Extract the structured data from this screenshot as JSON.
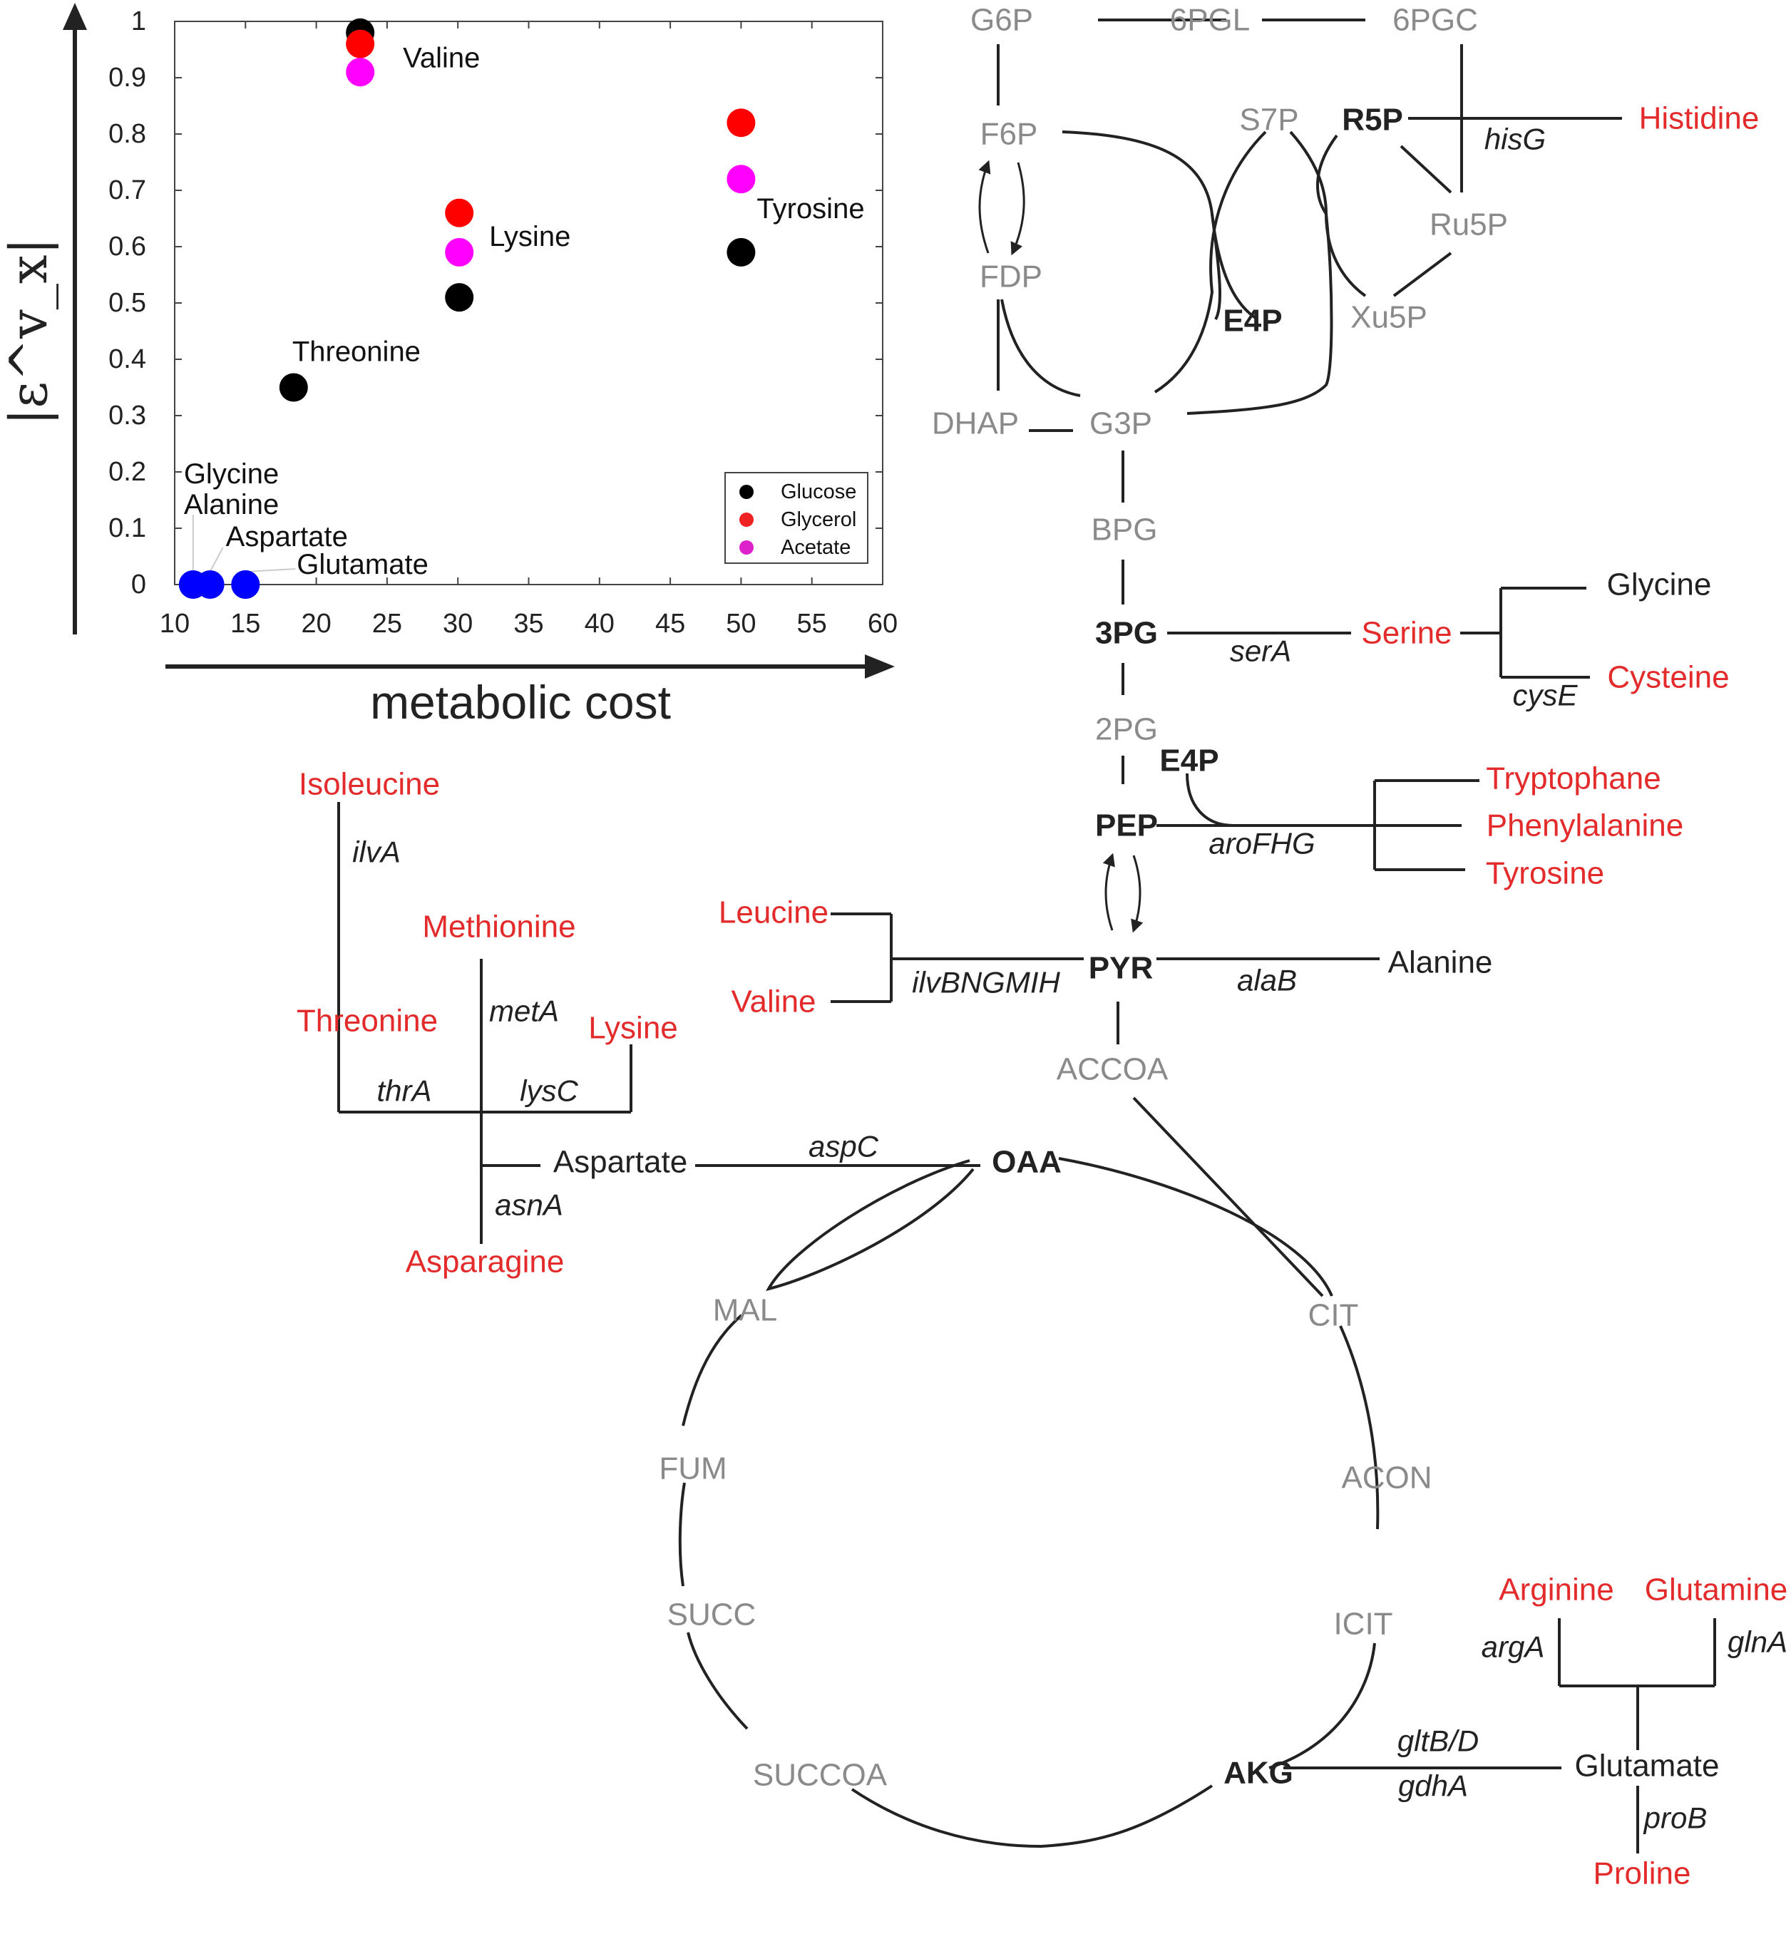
{
  "colors": {
    "gray": "#8a8a8a",
    "red": "#e32b2b",
    "black": "#222222",
    "glucose": "#000000",
    "glycerol": "#ff0000",
    "acetate": "#ff00ff",
    "unlabeled_point": "#0000ff"
  },
  "chart_data": {
    "type": "scatter",
    "xlabel": "metabolic cost",
    "ylabel": "|ε^v_x|",
    "xlim": [
      10,
      60
    ],
    "ylim": [
      0,
      1
    ],
    "x_ticks": [
      "10",
      "15",
      "20",
      "25",
      "30",
      "35",
      "40",
      "45",
      "50",
      "55",
      "60"
    ],
    "y_ticks": [
      "0",
      "0.1",
      "0.2",
      "0.3",
      "0.4",
      "0.5",
      "0.6",
      "0.7",
      "0.8",
      "0.9",
      "1"
    ],
    "legend": {
      "position": "bottom-right",
      "entries": [
        "Glucose",
        "Glycerol",
        "Acetate"
      ]
    },
    "series": [
      {
        "name": "Glucose",
        "points": [
          {
            "label": "Valine",
            "x": 23.1,
            "y": 0.98
          },
          {
            "label": "Lysine",
            "x": 30.1,
            "y": 0.51
          },
          {
            "label": "Tyrosine",
            "x": 50.0,
            "y": 0.59
          },
          {
            "label": "Threonine",
            "x": 18.4,
            "y": 0.35
          }
        ]
      },
      {
        "name": "Glycerol",
        "points": [
          {
            "label": "Valine",
            "x": 23.1,
            "y": 0.96
          },
          {
            "label": "Lysine",
            "x": 30.1,
            "y": 0.66
          },
          {
            "label": "Tyrosine",
            "x": 50.0,
            "y": 0.82
          }
        ]
      },
      {
        "name": "Acetate",
        "points": [
          {
            "label": "Valine",
            "x": 23.1,
            "y": 0.91
          },
          {
            "label": "Lysine",
            "x": 30.1,
            "y": 0.59
          },
          {
            "label": "Tyrosine",
            "x": 50.0,
            "y": 0.72
          }
        ]
      },
      {
        "name": "",
        "points": [
          {
            "label": "Glycine",
            "x": 11.3,
            "y": 0.0
          },
          {
            "label": "Alanine",
            "x": 12.5,
            "y": 0.0
          },
          {
            "label": "Aspartate",
            "x": 15.0,
            "y": 0.0
          },
          {
            "label": "Glutamate",
            "x": 15.0,
            "y": 0.0
          }
        ]
      }
    ],
    "point_labels": [
      "Valine",
      "Lysine",
      "Tyrosine",
      "Threonine",
      "Glycine",
      "Alanine",
      "Aspartate",
      "Glutamate"
    ]
  },
  "pathway": {
    "metabolites": {
      "g6p": "G6P",
      "pgl6": "6PGL",
      "pgc6": "6PGC",
      "f6p": "F6P",
      "s7p": "S7P",
      "r5p": "R5P",
      "ru5p": "Ru5P",
      "fdp": "FDP",
      "e4p": "E4P",
      "xu5p": "Xu5P",
      "dhap": "DHAP",
      "g3p": "G3P",
      "bpg": "BPG",
      "pg3": "3PG",
      "pg2": "2PG",
      "e4p2": "E4P",
      "pep": "PEP",
      "pyr": "PYR",
      "accoa": "ACCOA",
      "oaa": "OAA",
      "cit": "CIT",
      "acon": "ACON",
      "icit": "ICIT",
      "akg": "AKG",
      "succoa": "SUCCOA",
      "succ": "SUCC",
      "fum": "FUM",
      "mal": "MAL"
    },
    "amino_acids": {
      "histidine": "Histidine",
      "serine": "Serine",
      "glycine": "Glycine",
      "cysteine": "Cysteine",
      "tryptophane": "Tryptophane",
      "phenylalanine": "Phenylalanine",
      "tyrosine": "Tyrosine",
      "alanine": "Alanine",
      "leucine": "Leucine",
      "valine": "Valine",
      "isoleucine": "Isoleucine",
      "methionine": "Methionine",
      "threonine": "Threonine",
      "lysine": "Lysine",
      "aspartate": "Aspartate",
      "asparagine": "Asparagine",
      "arginine": "Arginine",
      "glutamine": "Glutamine",
      "glutamate": "Glutamate",
      "proline": "Proline"
    },
    "genes": {
      "hisG": "hisG",
      "serA": "serA",
      "cysE": "cysE",
      "aroFHG": "aroFHG",
      "alaB": "alaB",
      "ilvBNGMIH": "ilvBNGMIH",
      "ilvA": "ilvA",
      "metA": "metA",
      "thrA": "thrA",
      "lysC": "lysC",
      "asnA": "asnA",
      "aspC": "aspC",
      "gltBD": "gltB/D",
      "gdhA": "gdhA",
      "argA": "argA",
      "glnA": "glnA",
      "proB": "proB"
    }
  }
}
